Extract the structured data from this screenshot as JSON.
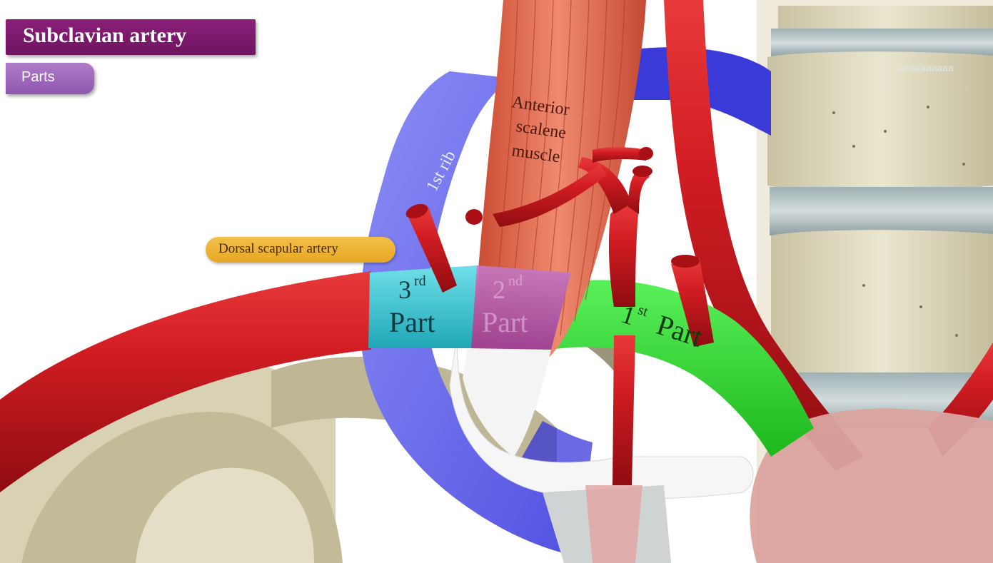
{
  "header": {
    "title": "Subclavian artery",
    "subtitle": "Parts"
  },
  "labels": {
    "dorsal_scapular": "Dorsal scapular artery",
    "muscle_line1": "Anterior",
    "muscle_line2": "scalene",
    "muscle_line3": "muscle",
    "rib": "1st rib"
  },
  "parts": {
    "third_num": "3",
    "third_sup": "rd",
    "third_word": "Part",
    "second_num": "2",
    "second_sup": "nd",
    "second_word": "Part",
    "first_num": "1",
    "first_sup": "st",
    "first_word": "Part"
  },
  "colors": {
    "artery": "#c8161d",
    "third_part": "#3fc6d4",
    "second_part": "#b45bb0",
    "first_part": "#2edb2e",
    "rib": "#6a6cf0",
    "muscle": "#e4674a",
    "bone": "#dcd6b8"
  }
}
